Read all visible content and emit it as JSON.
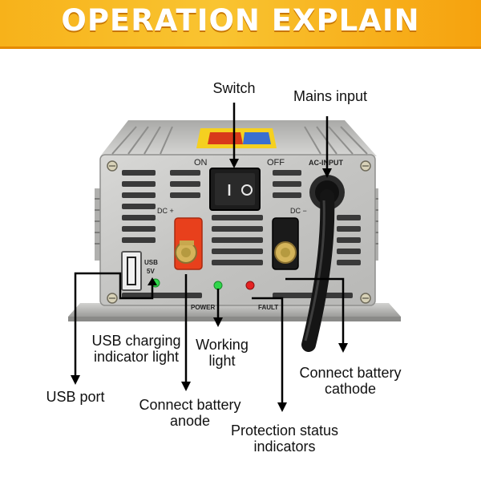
{
  "banner": {
    "title": "OPERATION EXPLAIN"
  },
  "device": {
    "marks": {
      "on": "ON",
      "off": "OFF",
      "ac_input": "AC-INPUT",
      "dc_plus": "DC +",
      "dc_minus": "DC −",
      "usb": "USB",
      "usb_voltage": "5V",
      "power": "POWER",
      "fault": "FAULT"
    }
  },
  "labels": {
    "switch": "Switch",
    "mains_input": "Mains input",
    "usb_indicator_line1": "USB charging",
    "usb_indicator_line2": "indicator light",
    "working_line1": "Working",
    "working_line2": "light",
    "usb_port": "USB port",
    "anode_line1": "Connect battery",
    "anode_line2": "anode",
    "cathode_line1": "Connect battery",
    "cathode_line2": "cathode",
    "protection_line1": "Protection status",
    "protection_line2": "indicators"
  },
  "colors": {
    "banner": "#f7b21a",
    "banner_text": "#ffffff",
    "casing": "#c9c9c7",
    "positive_terminal": "#e8401c",
    "negative_terminal": "#1a1a1a",
    "led_green": "#2fd64a",
    "led_red": "#e52222"
  }
}
